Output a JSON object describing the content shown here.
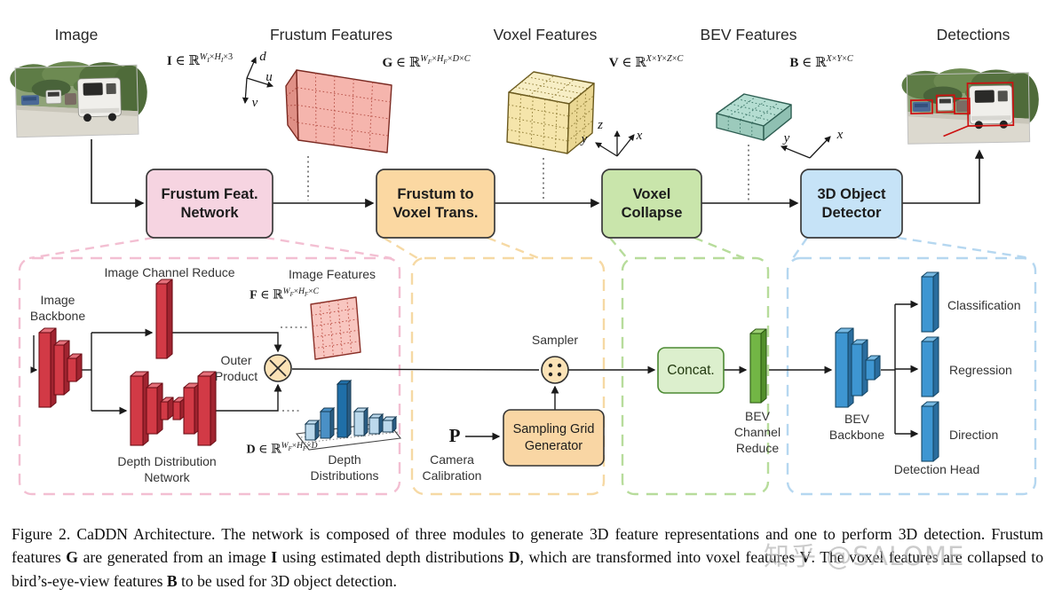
{
  "figure": {
    "top": {
      "image_label": "Image",
      "frustum_label": "Frustum Features",
      "voxel_label": "Voxel Features",
      "bev_label": "BEV Features",
      "detections_label": "Detections",
      "tensor_I": [
        {
          "t": "I",
          "s": "b"
        },
        {
          "t": " ∈ ℝ"
        },
        {
          "t": [
            {
              "t": "W",
              "s": "i"
            },
            {
              "t": "I",
              "s": "sub i"
            },
            {
              "t": "×"
            },
            {
              "t": "H",
              "s": "i"
            },
            {
              "t": "I",
              "s": "sub i"
            },
            {
              "t": "×3"
            }
          ],
          "s": "sup"
        }
      ],
      "tensor_G": [
        {
          "t": "G",
          "s": "b"
        },
        {
          "t": " ∈ ℝ"
        },
        {
          "t": [
            {
              "t": "W",
              "s": "i"
            },
            {
              "t": "F",
              "s": "sub i"
            },
            {
              "t": "×"
            },
            {
              "t": "H",
              "s": "i"
            },
            {
              "t": "F",
              "s": "sub i"
            },
            {
              "t": "×"
            },
            {
              "t": "D",
              "s": "i"
            },
            {
              "t": "×"
            },
            {
              "t": "C",
              "s": "i"
            }
          ],
          "s": "sup"
        }
      ],
      "tensor_V": [
        {
          "t": "V",
          "s": "b"
        },
        {
          "t": " ∈ ℝ"
        },
        {
          "t": [
            {
              "t": "X",
              "s": "i"
            },
            {
              "t": "×"
            },
            {
              "t": "Y",
              "s": "i"
            },
            {
              "t": "×"
            },
            {
              "t": "Z",
              "s": "i"
            },
            {
              "t": "×"
            },
            {
              "t": "C",
              "s": "i"
            }
          ],
          "s": "sup"
        }
      ],
      "tensor_B": [
        {
          "t": "B",
          "s": "b"
        },
        {
          "t": " ∈ ℝ"
        },
        {
          "t": [
            {
              "t": "X",
              "s": "i"
            },
            {
              "t": "×"
            },
            {
              "t": "Y",
              "s": "i"
            },
            {
              "t": "×"
            },
            {
              "t": "C",
              "s": "i"
            }
          ],
          "s": "sup"
        }
      ],
      "axis_d": "d",
      "axis_u": "u",
      "axis_v": "v",
      "axis_x": "x",
      "axis_y": "y",
      "axis_z": "z",
      "axis_x2": "x",
      "axis_y2": "y"
    },
    "pipeline": {
      "frustum_net": "Frustum Feat.\nNetwork",
      "frustum_to_voxel": "Frustum to\nVoxel Trans.",
      "voxel_collapse": "Voxel\nCollapse",
      "object_detector": "3D Object\nDetector"
    },
    "frustum_module": {
      "image_backbone": "Image\nBackbone",
      "image_channel_reduce": "Image Channel Reduce",
      "image_features": "Image Features",
      "tensor_F": [
        {
          "t": "F",
          "s": "b"
        },
        {
          "t": " ∈ ℝ"
        },
        {
          "t": [
            {
              "t": "W",
              "s": "i"
            },
            {
              "t": "F",
              "s": "sub i"
            },
            {
              "t": "×"
            },
            {
              "t": "H",
              "s": "i"
            },
            {
              "t": "F",
              "s": "sub i"
            },
            {
              "t": "×"
            },
            {
              "t": "C",
              "s": "i"
            }
          ],
          "s": "sup"
        }
      ],
      "outer_product": "Outer\nProduct",
      "depth_net": "Depth Distribution\nNetwork",
      "tensor_D": [
        {
          "t": "D",
          "s": "b"
        },
        {
          "t": " ∈ ℝ"
        },
        {
          "t": [
            {
              "t": "W",
              "s": "i"
            },
            {
              "t": "F",
              "s": "sub i"
            },
            {
              "t": "×"
            },
            {
              "t": "H",
              "s": "i"
            },
            {
              "t": "F",
              "s": "sub i"
            },
            {
              "t": "×"
            },
            {
              "t": "D",
              "s": "i"
            }
          ],
          "s": "sup"
        }
      ],
      "depth_distributions": "Depth\nDistributions"
    },
    "voxel_module": {
      "sampler": "Sampler",
      "sampling_grid": "Sampling Grid\nGenerator",
      "p_symbol": [
        {
          "t": "P",
          "s": "b"
        }
      ],
      "camera_calibration": "Camera\nCalibration"
    },
    "collapse_module": {
      "concat": "Concat.",
      "bev_channel_reduce": "BEV\nChannel\nReduce"
    },
    "detector_module": {
      "bev_backbone": "BEV\nBackbone",
      "classification": "Classification",
      "regression": "Regression",
      "direction": "Direction",
      "detection_head": "Detection Head"
    },
    "caption": [
      {
        "t": "Figure 2. CaDDN Architecture. The network is composed of three modules to generate 3D feature representations and one to perform 3D detection.  Frustum features "
      },
      {
        "t": "G",
        "s": "b"
      },
      {
        "t": " are generated from an image "
      },
      {
        "t": "I",
        "s": "b"
      },
      {
        "t": " using estimated depth distributions "
      },
      {
        "t": "D",
        "s": "b"
      },
      {
        "t": ", which are transformed into voxel features "
      },
      {
        "t": "V",
        "s": "b"
      },
      {
        "t": ". The voxel features are collapsed to bird’s-eye-view features "
      },
      {
        "t": "B",
        "s": "b"
      },
      {
        "t": " to be used for 3D object detection."
      }
    ],
    "watermark": "知乎 @SALOME",
    "colors": {
      "frustum_box": "#f6d4e1",
      "voxel_box": "#fbd8a2",
      "collapse_box": "#c9e5ab",
      "detector_box": "#c6e3f7",
      "panel_pink": "#f3bfd2",
      "panel_orange": "#f6d9a4",
      "panel_green": "#b7dc9b",
      "panel_blue": "#b5d7f0",
      "frustum_fill": "#f5b5ad",
      "voxel_fill": "#f5e5ab",
      "bev_fill": "#b4ddd1",
      "conv_red": "#d23a46",
      "conv_blue": "#3e96d2",
      "slab_green": "#72b645",
      "detection_red": "#cc1111"
    }
  }
}
